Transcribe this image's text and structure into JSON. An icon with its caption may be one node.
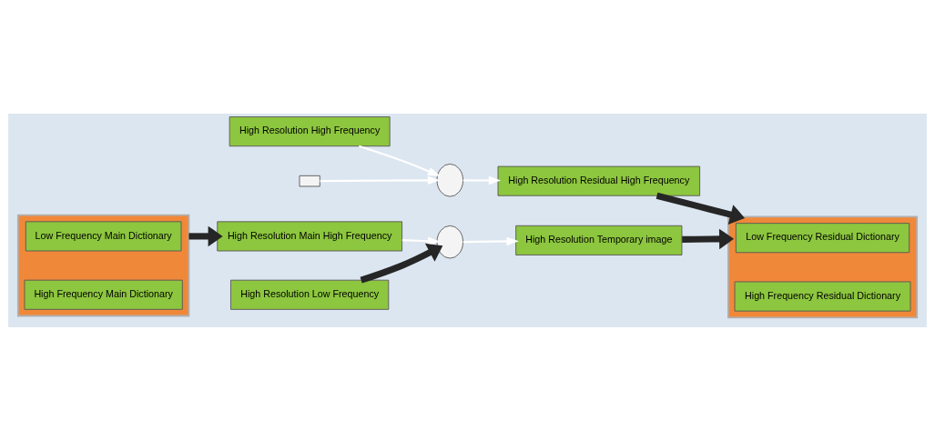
{
  "diagram": {
    "nodes": [
      {
        "text": [
          "High Resolution High Frequency"
        ]
      },
      {
        "text": [],
        "shape": "circle"
      },
      {
        "text": [
          "High Resolution Residual High Frequency"
        ]
      },
      {
        "text": [],
        "shape": "box"
      },
      {
        "text": [],
        "shape": "box"
      },
      {
        "text": [
          "Low Frequency Main Dictionary"
        ],
        "in": 4
      },
      {
        "text": [
          "High Frequency Main Dictionary"
        ],
        "in": 4
      },
      {
        "text": [
          "High Resolution Main High Frequency"
        ]
      },
      {
        "text": [],
        "shape": "circle"
      },
      {
        "text": [
          "High Resolution Temporary image"
        ]
      },
      {
        "text": [],
        "shape": "box"
      },
      {
        "text": [
          "Low Frequency Residual Dictionary"
        ],
        "in": 10
      },
      {
        "text": [
          "High Frequency Residual Dictionary"
        ],
        "in": 10
      },
      {
        "text": [
          "High Resolution Low Frequency"
        ]
      }
    ],
    "edges": [
      {
        "from": 0,
        "to": 1,
        "arrow": "to",
        "color": "#ffffff"
      },
      {
        "from": 1,
        "to": 2,
        "arrow": "to",
        "color": "#ffffff"
      },
      {
        "from": 3,
        "to": 1,
        "arrow": "to",
        "color": "#ffffff"
      },
      {
        "from": 4,
        "to": 7,
        "arrow": "to",
        "style": "thick",
        "color": "#262626"
      },
      {
        "from": 13,
        "to": 8,
        "arrow": "to",
        "style": "thick",
        "color": "#262626"
      },
      {
        "from": 7,
        "to": 8,
        "arrow": "to",
        "color": "#ffffff"
      },
      {
        "from": 8,
        "to": 9,
        "arrow": "to",
        "color": "#ffffff"
      },
      {
        "from": 2,
        "to": 10,
        "arrow": "to",
        "style": "thick",
        "color": "#262626"
      },
      {
        "from": 9,
        "to": 10,
        "arrow": "to",
        "style": "thick",
        "color": "#262626"
      }
    ]
  }
}
